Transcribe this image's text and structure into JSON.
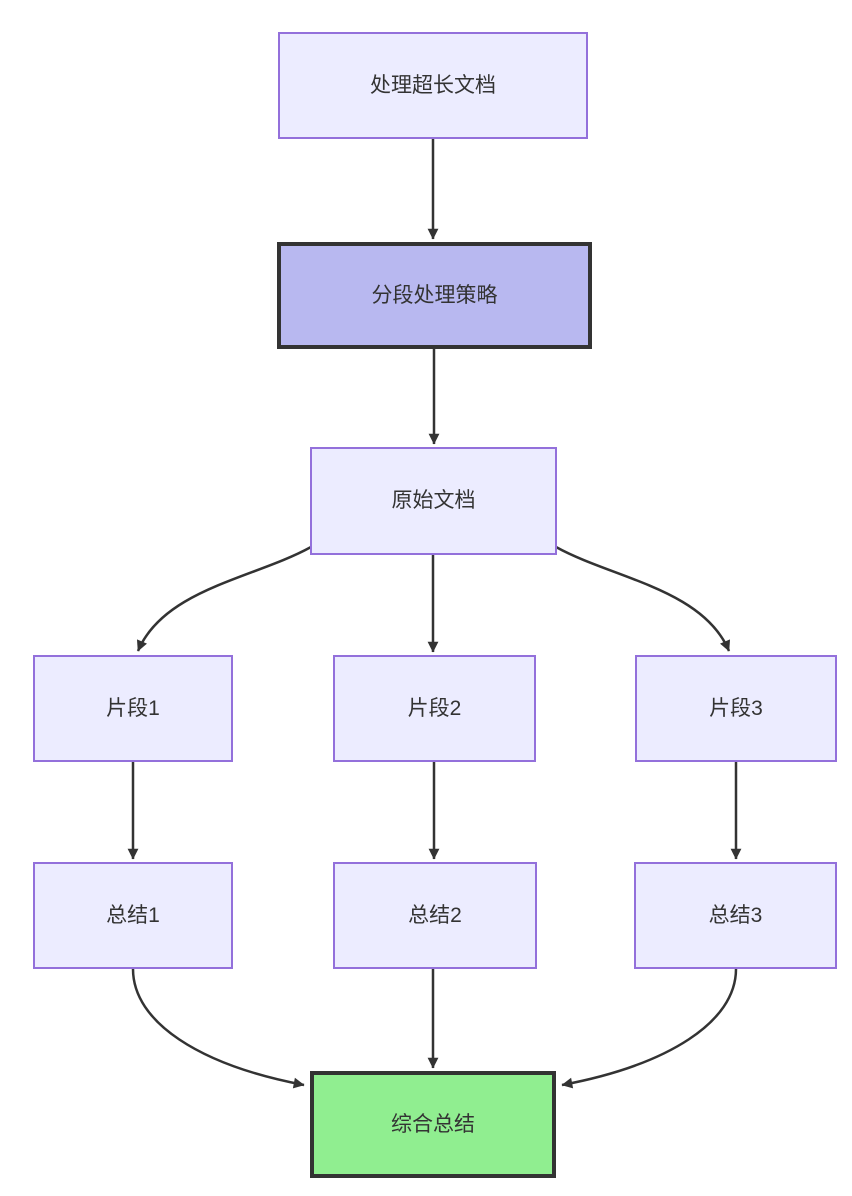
{
  "diagram": {
    "type": "flowchart",
    "direction": "top-down",
    "nodes": {
      "process_long_doc": {
        "label": "处理超长文档",
        "style": "default"
      },
      "segment_strategy": {
        "label": "分段处理策略",
        "style": "emphasis"
      },
      "original_doc": {
        "label": "原始文档",
        "style": "default"
      },
      "fragment_1": {
        "label": "片段1",
        "style": "default"
      },
      "fragment_2": {
        "label": "片段2",
        "style": "default"
      },
      "fragment_3": {
        "label": "片段3",
        "style": "default"
      },
      "summary_1": {
        "label": "总结1",
        "style": "default"
      },
      "summary_2": {
        "label": "总结2",
        "style": "default"
      },
      "summary_3": {
        "label": "总结3",
        "style": "default"
      },
      "final_summary": {
        "label": "综合总结",
        "style": "success"
      }
    },
    "edges": [
      {
        "from": "process_long_doc",
        "to": "segment_strategy"
      },
      {
        "from": "segment_strategy",
        "to": "original_doc"
      },
      {
        "from": "original_doc",
        "to": "fragment_1"
      },
      {
        "from": "original_doc",
        "to": "fragment_2"
      },
      {
        "from": "original_doc",
        "to": "fragment_3"
      },
      {
        "from": "fragment_1",
        "to": "summary_1"
      },
      {
        "from": "fragment_2",
        "to": "summary_2"
      },
      {
        "from": "fragment_3",
        "to": "summary_3"
      },
      {
        "from": "summary_1",
        "to": "final_summary"
      },
      {
        "from": "summary_2",
        "to": "final_summary"
      },
      {
        "from": "summary_3",
        "to": "final_summary"
      }
    ],
    "colors": {
      "default_fill": "#ECECFF",
      "default_border": "#9370DB",
      "emphasis_fill": "#B8B8F0",
      "emphasis_border": "#333333",
      "success_fill": "#90EE90",
      "success_border": "#333333",
      "edge": "#333333",
      "text": "#333333",
      "background": "#FFFFFF"
    }
  }
}
